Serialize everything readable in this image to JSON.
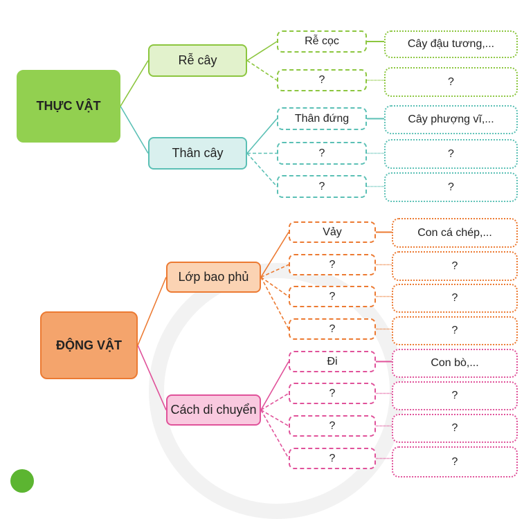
{
  "plants": {
    "root": "THỰC VẬT",
    "branches": [
      {
        "label": "Rễ cây",
        "items": [
          {
            "type": "Rễ cọc",
            "example": "Cây đậu tương,..."
          },
          {
            "type": "?",
            "example": "?"
          }
        ]
      },
      {
        "label": "Thân cây",
        "items": [
          {
            "type": "Thân đứng",
            "example": "Cây phượng vĩ,..."
          },
          {
            "type": "?",
            "example": "?"
          },
          {
            "type": "?",
            "example": "?"
          }
        ]
      }
    ]
  },
  "animals": {
    "root": "ĐỘNG VẬT",
    "branches": [
      {
        "label": "Lớp bao phủ",
        "items": [
          {
            "type": "Vảy",
            "example": "Con cá chép,..."
          },
          {
            "type": "?",
            "example": "?"
          },
          {
            "type": "?",
            "example": "?"
          },
          {
            "type": "?",
            "example": "?"
          }
        ]
      },
      {
        "label": "Cách di chuyển",
        "items": [
          {
            "type": "Đi",
            "example": "Con bò,..."
          },
          {
            "type": "?",
            "example": "?"
          },
          {
            "type": "?",
            "example": "?"
          },
          {
            "type": "?",
            "example": "?"
          }
        ]
      }
    ]
  },
  "colors": {
    "green": "#8cc63f",
    "teal": "#5bc0b5",
    "orange": "#ec7a32",
    "pink": "#e0529a"
  }
}
